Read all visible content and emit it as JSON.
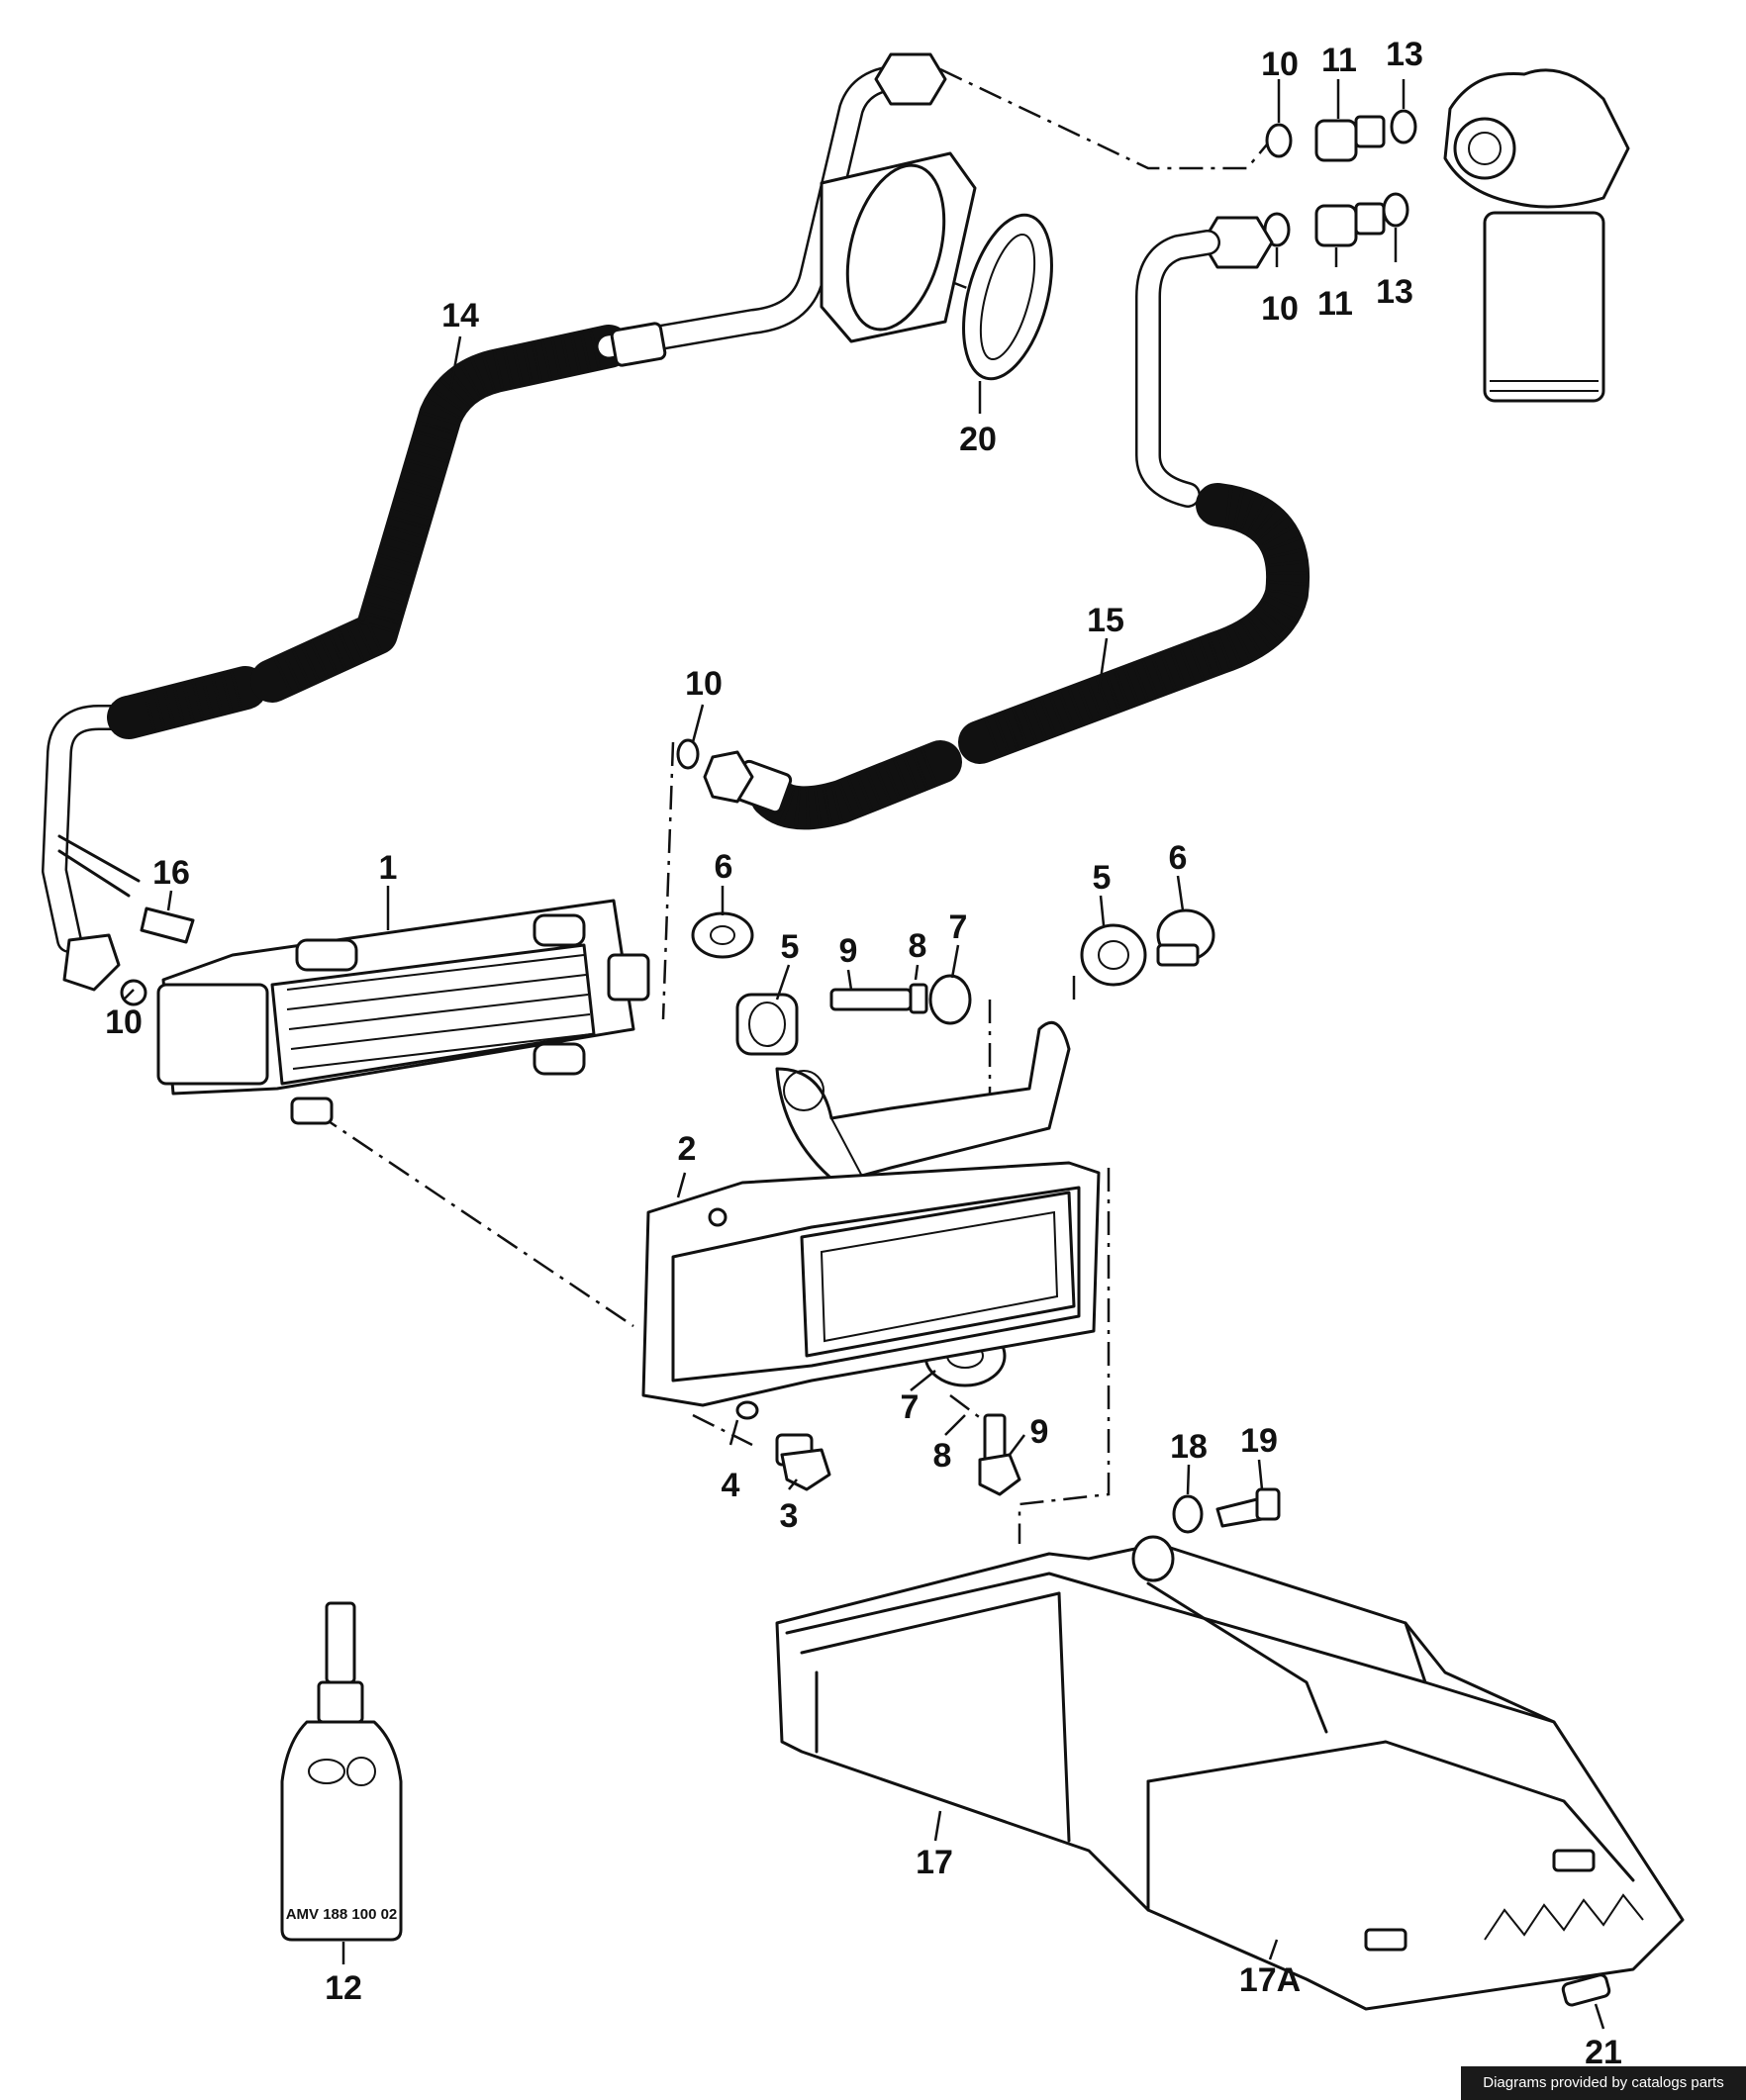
{
  "callouts": [
    {
      "id": "c10a",
      "label": "10"
    },
    {
      "id": "c11a",
      "label": "11"
    },
    {
      "id": "c13a",
      "label": "13"
    },
    {
      "id": "c10b",
      "label": "10"
    },
    {
      "id": "c11b",
      "label": "11"
    },
    {
      "id": "c13b",
      "label": "13"
    },
    {
      "id": "c14",
      "label": "14"
    },
    {
      "id": "c20",
      "label": "20"
    },
    {
      "id": "c15",
      "label": "15"
    },
    {
      "id": "c10c",
      "label": "10"
    },
    {
      "id": "c16",
      "label": "16"
    },
    {
      "id": "c1",
      "label": "1"
    },
    {
      "id": "c10d",
      "label": "10"
    },
    {
      "id": "c6a",
      "label": "6"
    },
    {
      "id": "c5a",
      "label": "5"
    },
    {
      "id": "c9a",
      "label": "9"
    },
    {
      "id": "c8a",
      "label": "8"
    },
    {
      "id": "c7a",
      "label": "7"
    },
    {
      "id": "c5b",
      "label": "5"
    },
    {
      "id": "c6b",
      "label": "6"
    },
    {
      "id": "c2",
      "label": "2"
    },
    {
      "id": "c7b",
      "label": "7"
    },
    {
      "id": "c8b",
      "label": "8"
    },
    {
      "id": "c9b",
      "label": "9"
    },
    {
      "id": "c4",
      "label": "4"
    },
    {
      "id": "c3",
      "label": "3"
    },
    {
      "id": "c18",
      "label": "18"
    },
    {
      "id": "c19",
      "label": "19"
    },
    {
      "id": "c17",
      "label": "17"
    },
    {
      "id": "c17A",
      "label": "17A"
    },
    {
      "id": "c12",
      "label": "12"
    },
    {
      "id": "c21",
      "label": "21"
    }
  ],
  "bottle_label": "AMV 188 100 02",
  "credit": "Diagrams provided by catalogs parts"
}
